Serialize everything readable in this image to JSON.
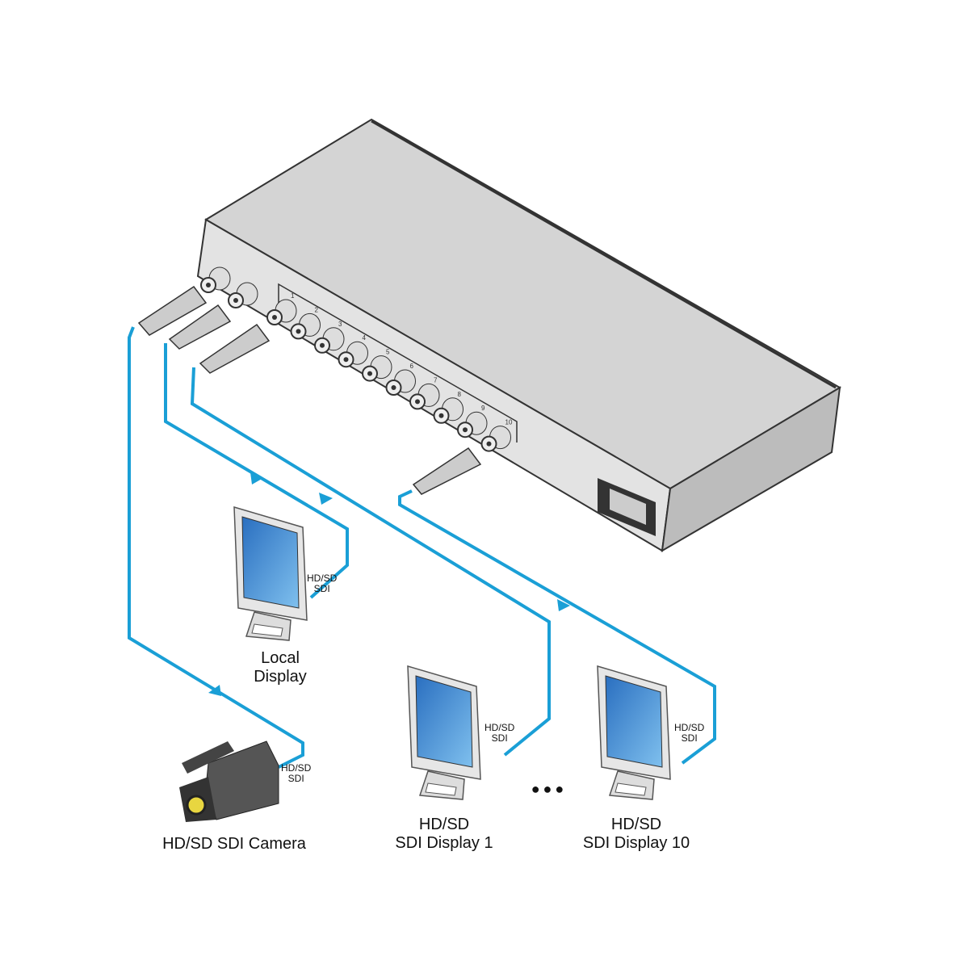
{
  "device": {
    "output_numbers": [
      "1",
      "2",
      "3",
      "4",
      "5",
      "6",
      "7",
      "8",
      "9",
      "10"
    ]
  },
  "cable_color": "#1a9fd6",
  "labels": {
    "local_display": [
      "Local",
      "Display"
    ],
    "camera": "HD/SD SDI Camera",
    "display_1": [
      "HD/SD",
      "SDI Display 1"
    ],
    "display_10": [
      "HD/SD",
      "SDI Display 10"
    ],
    "signal": [
      "HD/SD",
      "SDI"
    ],
    "ellipsis": "●●●"
  }
}
